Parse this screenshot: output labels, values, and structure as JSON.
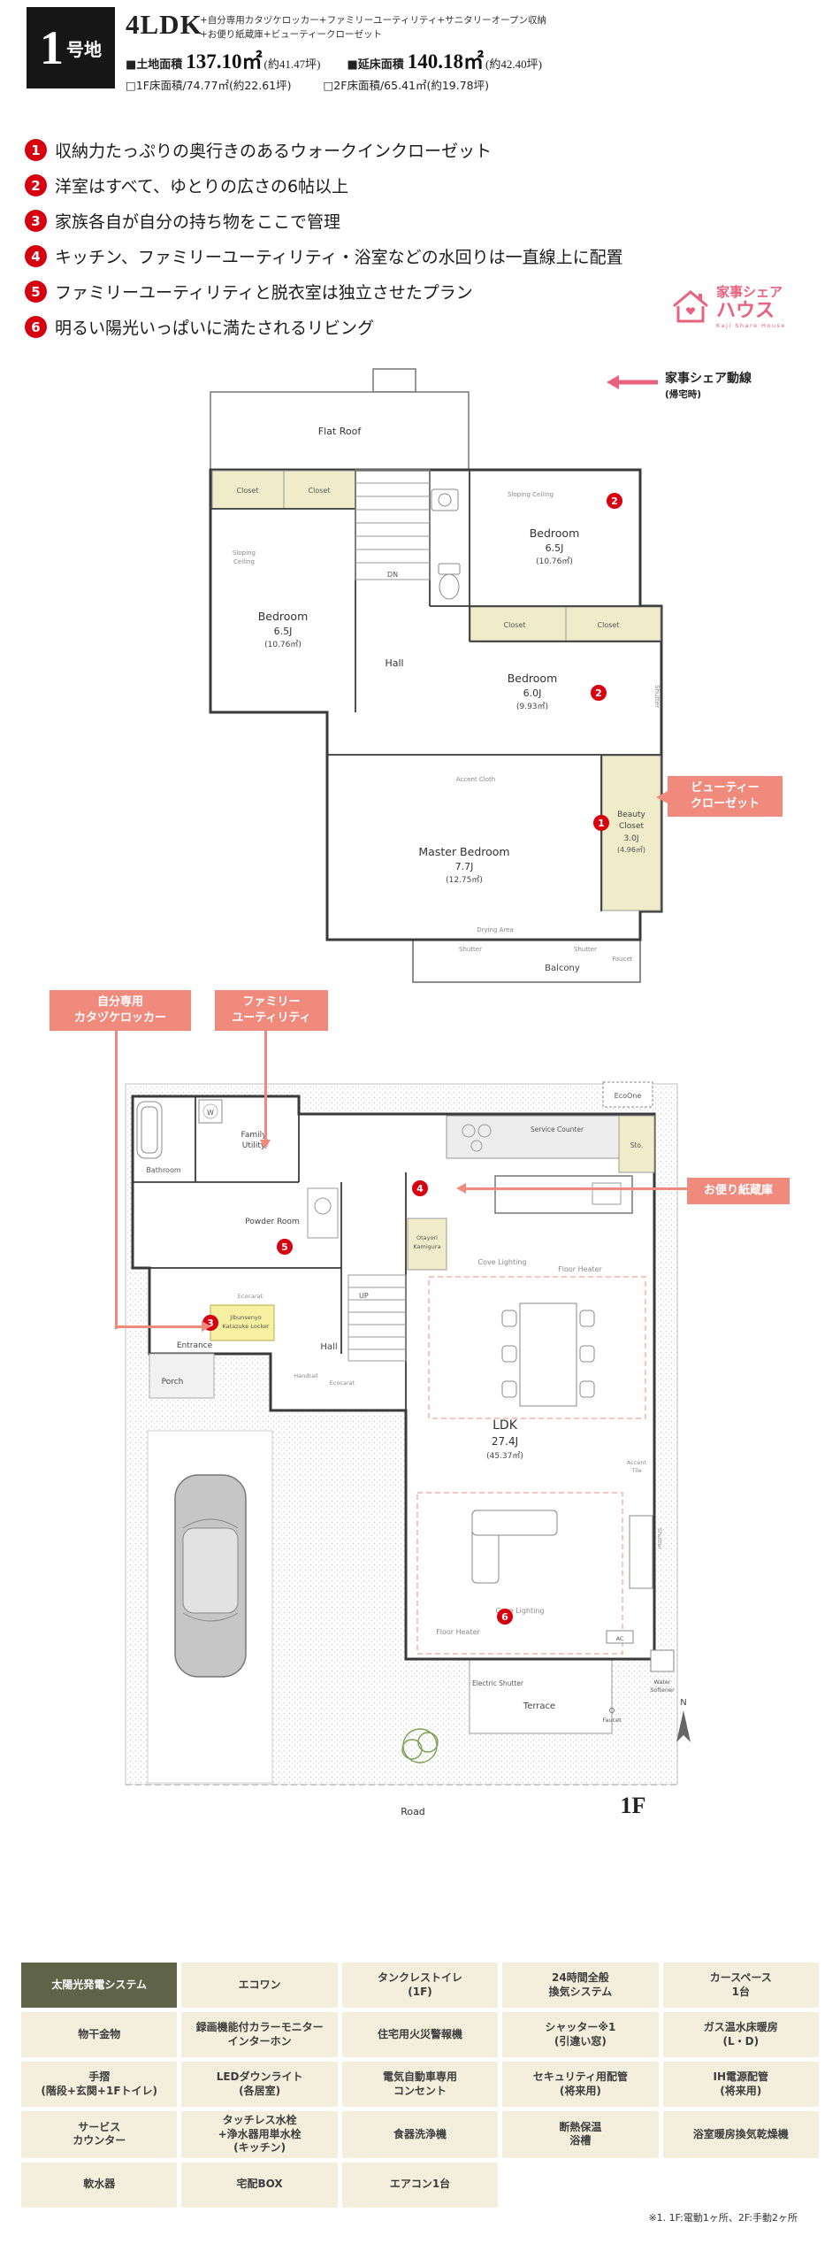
{
  "colors": {
    "brand_pink": "#e8627f",
    "callout_salmon": "#ef8a7d",
    "marker_red": "#d7000f",
    "cell_bg": "#f3efdc",
    "cell_highlight_bg": "#5f6348",
    "wall": "#3a3a3a",
    "closet_fill": "#f0ebc9",
    "locker_fill": "#f7f0a0"
  },
  "header": {
    "lot": {
      "number": "1",
      "suffix": "号地"
    },
    "plan_type": "4LDK",
    "extras_line1": "+自分専用カタヅケロッカー+ファミリーユーティリティ+サニタリーオープン収納",
    "extras_line2": "+お便り紙蔵庫+ビューティークローゼット",
    "land_label": "■土地面積",
    "land_value": "137.10㎡",
    "land_tsubo": "(約41.47坪)",
    "total_label": "■延床面積",
    "total_value": "140.18㎡",
    "total_tsubo": "(約42.40坪)",
    "f1": "□1F床面積/74.77㎡(約22.61坪)",
    "f2": "□2F床面積/65.41㎡(約19.78坪)"
  },
  "features": [
    {
      "num": "1",
      "text": "収納力たっぷりの奥行きのあるウォークインクローゼット"
    },
    {
      "num": "2",
      "text": "洋室はすべて、ゆとりの広さの6帖以上"
    },
    {
      "num": "3",
      "text": "家族各自が自分の持ち物をここで管理"
    },
    {
      "num": "4",
      "text": "キッチン、ファミリーユーティリティ・浴室などの水回りは一直線上に配置"
    },
    {
      "num": "5",
      "text": "ファミリーユーティリティと脱衣室は独立させたプラン"
    },
    {
      "num": "6",
      "text": "明るい陽光いっぱいに満たされるリビング"
    }
  ],
  "logo": {
    "top": "家事シェア",
    "bottom": "ハウス",
    "en": "Kaji Share House"
  },
  "flow": {
    "label": "家事シェア動線",
    "sub": "(帰宅時)"
  },
  "callouts": {
    "beauty_l1": "ビューティー",
    "beauty_l2": "クローゼット",
    "locker_l1": "自分専用",
    "locker_l2": "カタヅケロッカー",
    "fu_l1": "ファミリー",
    "fu_l2": "ユーティリティ",
    "kamigura": "お便り紙蔵庫"
  },
  "plan2f": {
    "labels": {
      "flat_roof": "Flat Roof",
      "closet": "Closet",
      "sloping": "Sloping Ceiling",
      "sloping1": "Sloping",
      "sloping2": "Ceiling",
      "bedroom": "Bedroom",
      "b1_size": "6.5J",
      "b1_area": "(10.76㎡)",
      "b2_size": "6.5J",
      "b2_area": "(10.76㎡)",
      "b3_size": "6.0J",
      "b3_area": "(9.93㎡)",
      "master": "Master Bedroom",
      "master_size": "7.7J",
      "master_area": "(12.75㎡)",
      "beauty1": "Beauty",
      "beauty2": "Closet",
      "beauty_size": "3.0J",
      "beauty_area": "(4.96㎡)",
      "hall": "Hall",
      "dn": "DN",
      "balcony": "Balcony",
      "shutter": "Shutter",
      "faucet": "Faucet",
      "drying": "Drying Area",
      "accent_cloth": "Accent Cloth"
    },
    "markers": [
      "2",
      "2",
      "1"
    ]
  },
  "plan1f": {
    "labels": {
      "bathroom": "Bathroom",
      "w": "W",
      "fu1": "Family",
      "fu2": "Utility",
      "ecoone": "EcoOne",
      "service_counter": "Service Counter",
      "sto": "Sto.",
      "powder": "Powder Room",
      "otayori1": "Otayori",
      "otayori2": "Kamigura",
      "cove": "Cove Lighting",
      "floor_heater": "Floor Heater",
      "locker1": "Jibunsenyo",
      "locker2": "Katazuke Locker",
      "entrance": "Entrance",
      "ecocarat": "Ecocarat",
      "hall": "Hall",
      "up": "UP",
      "handrail": "Handrail",
      "porch": "Porch",
      "ldk": "LDK",
      "ldk_size": "27.4J",
      "ldk_area": "(45.37㎡)",
      "accent_tile1": "Accent",
      "accent_tile2": "Tile",
      "ac": "AC",
      "electric_shutter": "Electric Shutter",
      "terrace": "Terrace",
      "water1": "Water",
      "water2": "Softener",
      "faucet": "Faucet",
      "shutter": "Shutter",
      "road": "Road",
      "floor": "1F",
      "north": "N"
    },
    "markers": [
      "4",
      "5",
      "3",
      "6"
    ]
  },
  "equipment": {
    "rows": [
      {
        "cells": [
          {
            "label": "太陽光発電システム"
          },
          {
            "label": "エコワン"
          },
          {
            "label": "タンクレストイレ\n(1F)"
          },
          {
            "label": "24時間全般\n換気システム"
          },
          {
            "label": "カースペース\n1台"
          }
        ]
      },
      {
        "cells": [
          {
            "label": "物干金物"
          },
          {
            "label": "録画機能付カラーモニター\nインターホン"
          },
          {
            "label": "住宅用火災警報機"
          },
          {
            "label": "シャッター※1\n(引違い窓)"
          },
          {
            "label": "ガス温水床暖房\n(L・D)"
          }
        ]
      },
      {
        "cells": [
          {
            "label": "手摺\n(階段+玄関+1Fトイレ)"
          },
          {
            "label": "LEDダウンライト\n(各居室)"
          },
          {
            "label": "電気自動車専用\nコンセント"
          },
          {
            "label": "セキュリティ用配管\n(将来用)"
          },
          {
            "label": "IH電源配管\n(将来用)"
          }
        ]
      },
      {
        "cells": [
          {
            "label": "サービス\nカウンター"
          },
          {
            "label": "タッチレス水栓\n+浄水器用単水栓\n(キッチン)"
          },
          {
            "label": "食器洗浄機"
          },
          {
            "label": "断熱保温\n浴槽"
          },
          {
            "label": "浴室暖房換気乾燥機"
          }
        ]
      },
      {
        "cells": [
          {
            "label": "軟水器"
          },
          {
            "label": "宅配BOX"
          },
          {
            "label": "エアコン1台"
          }
        ]
      }
    ],
    "note": "※1. 1F:電動1ヶ所、2F:手動2ヶ所"
  }
}
